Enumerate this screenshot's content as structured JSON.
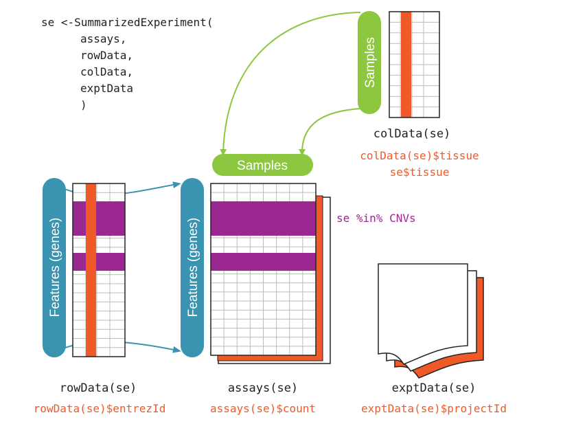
{
  "code": {
    "line1": "se <-SummarizedExperiment(",
    "line2": "assays,",
    "line3": "rowData,",
    "line4": "colData,",
    "line5": "exptData",
    "line6": ")"
  },
  "labels": {
    "samples_vertical": "Samples",
    "samples_horizontal": "Samples",
    "features_left": "Features (genes)",
    "features_middle": "Features (genes)",
    "coldata_title": "colData(se)",
    "coldata_access1": "colData(se)$tissue",
    "coldata_access2": "se$tissue",
    "subset_expr": "se %in% CNVs",
    "rowdata_title": "rowData(se)",
    "rowdata_access": "rowData(se)$entrezId",
    "assays_title": "assays(se)",
    "assays_access": "assays(se)$count",
    "exptdata_title": "exptData(se)",
    "exptdata_access": "exptData(se)$projectId"
  },
  "colors": {
    "orange": "#f05a28",
    "purple": "#9b2790",
    "green": "#8dc63f",
    "teal": "#3a93b0",
    "grid": "#bbbbbb",
    "code_text": "#222222"
  }
}
